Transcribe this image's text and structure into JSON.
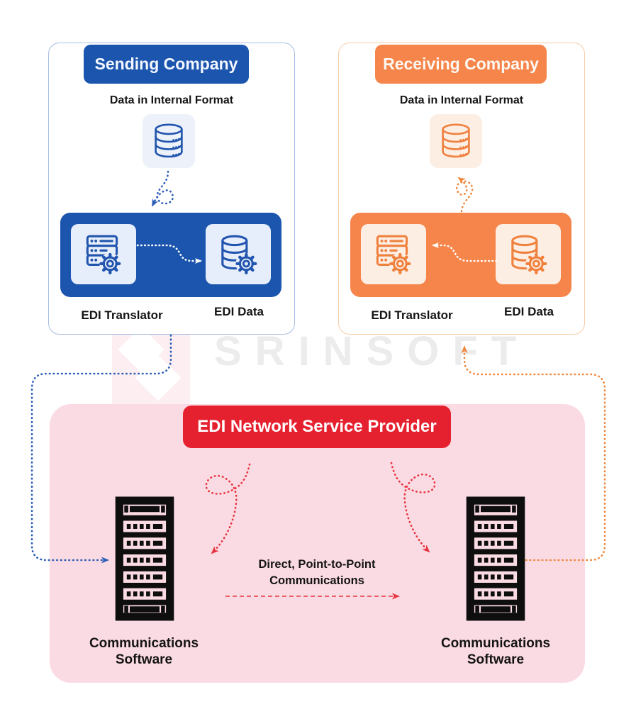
{
  "watermark": {
    "text": "SRINSOFT"
  },
  "sending_company": {
    "title": "Sending Company",
    "data_label": "Data in Internal Format",
    "translator_label": "EDI Translator",
    "edi_data_label": "EDI Data"
  },
  "receiving_company": {
    "title": "Receiving Company",
    "data_label": "Data in Internal Format",
    "translator_label": "EDI Translator",
    "edi_data_label": "EDI Data"
  },
  "network_provider": {
    "title": "EDI Network Service Provider",
    "left_server": {
      "label_line1": "Communications",
      "label_line2": "Software"
    },
    "right_server": {
      "label_line1": "Communications",
      "label_line2": "Software"
    },
    "connection_label_line1": "Direct, Point-to-Point",
    "connection_label_line2": "Communications"
  },
  "icons": {
    "sending_data": "database-icon",
    "sending_translator": "server-gear-icon",
    "sending_edi_data": "database-gear-icon",
    "receiving_data": "database-icon",
    "receiving_translator": "server-gear-icon",
    "receiving_edi_data": "database-gear-icon",
    "network_servers": "server-rack-icon"
  },
  "colors": {
    "sending_primary": "#1b55ad",
    "receiving_primary": "#f5854a",
    "network_header": "#e6212f",
    "network_bg": "#fbdbe3",
    "blue_connector": "#2a5db8",
    "orange_connector": "#f0883f",
    "red_connector": "#e73440",
    "white_connector": "#ffffff"
  }
}
